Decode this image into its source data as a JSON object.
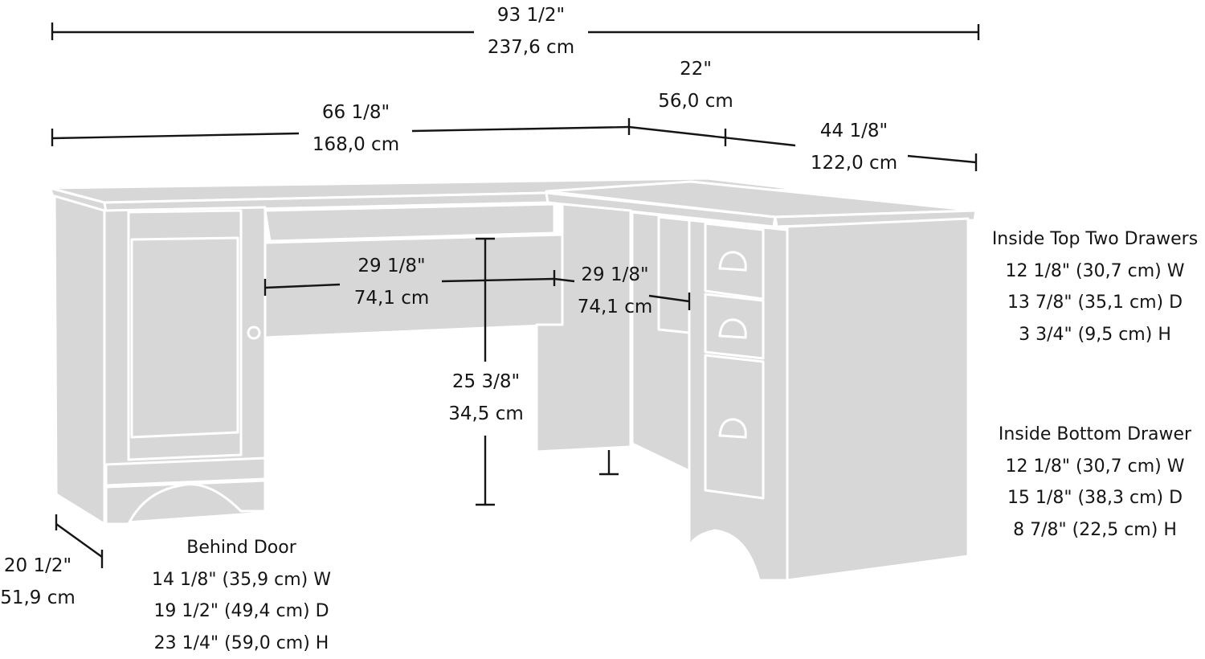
{
  "colors": {
    "furniture_fill": "#d6d7d6",
    "outline": "#ffffff",
    "dimension_line": "#151515",
    "background": "#ffffff"
  },
  "overall": {
    "total_width": {
      "imperial": "93 1/2\"",
      "metric": "237,6 cm"
    },
    "left_width": {
      "imperial": "66 1/8\"",
      "metric": "168,0 cm"
    },
    "corner_depth": {
      "imperial": "22\"",
      "metric": "56,0 cm"
    },
    "right_width": {
      "imperial": "44 1/8\"",
      "metric": "122,0 cm"
    },
    "side_depth": {
      "imperial": "20 1/2\"",
      "metric": "51,9 cm"
    }
  },
  "interior": {
    "left_height": {
      "imperial": "29 1/8\"",
      "metric": "74,1 cm"
    },
    "right_height": {
      "imperial": "29 1/8\"",
      "metric": "74,1 cm"
    },
    "knee_height": {
      "imperial": "25 3/8\"",
      "metric": "34,5 cm"
    }
  },
  "specs": {
    "top_drawers": {
      "title": "Inside Top Two Drawers",
      "lines": [
        "12 1/8\" (30,7 cm) W",
        "13 7/8\" (35,1 cm) D",
        "3 3/4\" (9,5 cm) H"
      ]
    },
    "bottom_drawer": {
      "title": "Inside Bottom Drawer",
      "lines": [
        "12 1/8\" (30,7 cm) W",
        "15 1/8\" (38,3 cm) D",
        "8 7/8\" (22,5 cm) H"
      ]
    },
    "behind_door": {
      "title": "Behind Door",
      "lines": [
        "14 1/8\" (35,9 cm) W",
        "19 1/2\" (49,4 cm) D",
        "23 1/4\" (59,0 cm) H"
      ]
    }
  }
}
